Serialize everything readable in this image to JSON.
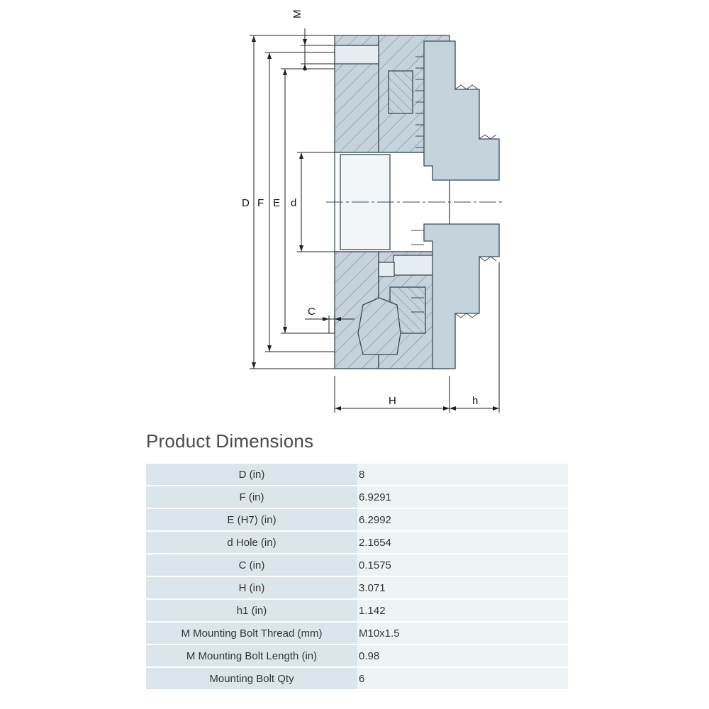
{
  "drawing": {
    "labels": {
      "D": "D",
      "F": "F",
      "E": "E",
      "d": "d",
      "M": "M",
      "C": "C",
      "H": "H",
      "h": "h"
    },
    "colors": {
      "body": "#c5d3dc",
      "stroke": "#3a4a55",
      "hatch": "#6f8190"
    }
  },
  "section": {
    "title": "Product Dimensions"
  },
  "dimensions": [
    {
      "label": "D (in)",
      "value": "8"
    },
    {
      "label": "F (in)",
      "value": "6.9291"
    },
    {
      "label": "E (H7) (in)",
      "value": "6.2992"
    },
    {
      "label": "d Hole (in)",
      "value": "2.1654"
    },
    {
      "label": "C (in)",
      "value": "0.1575"
    },
    {
      "label": "H (in)",
      "value": "3.071"
    },
    {
      "label": "h1 (in)",
      "value": "1.142"
    },
    {
      "label": "M Mounting Bolt Thread (mm)",
      "value": "M10x1.5"
    },
    {
      "label": "M Mounting Bolt Length (in)",
      "value": "0.98"
    },
    {
      "label": "Mounting Bolt Qty",
      "value": "6"
    }
  ]
}
